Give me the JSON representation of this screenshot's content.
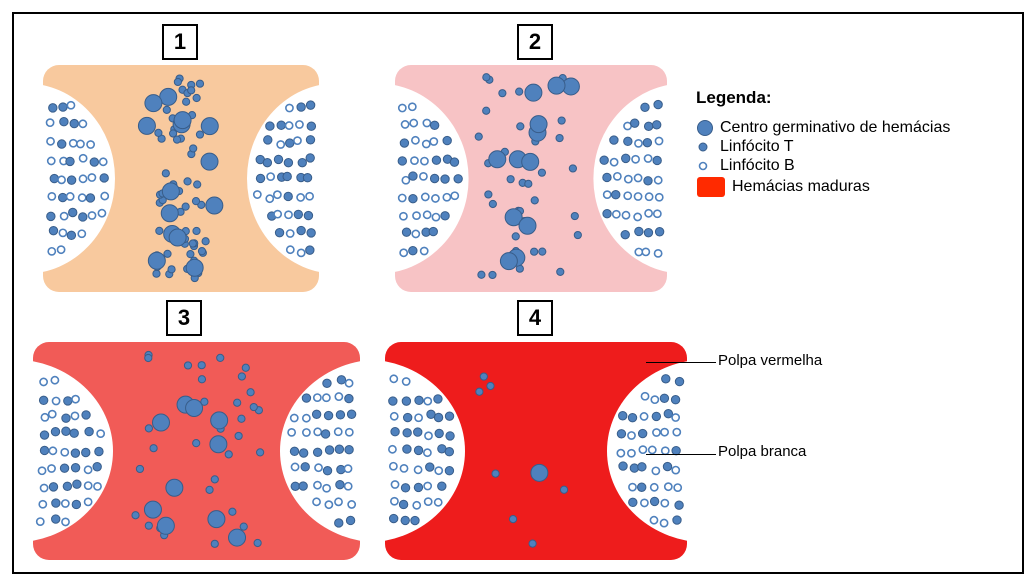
{
  "panels": [
    {
      "number": "1",
      "fill": "#f8c99e"
    },
    {
      "number": "2",
      "fill": "#f7c3c5"
    },
    {
      "number": "3",
      "fill": "#f15b57"
    },
    {
      "number": "4",
      "fill": "#ee1c1c"
    }
  ],
  "legend": {
    "title": "Legenda:",
    "items": [
      {
        "label": "Centro germinativo de hemácias",
        "symbol": "large-blue-circle"
      },
      {
        "label": "Linfócito T",
        "symbol": "small-blue-dot"
      },
      {
        "label": "Linfócito B",
        "symbol": "small-hollow-circle"
      },
      {
        "label": "Hemácias maduras",
        "symbol": "red-square"
      }
    ]
  },
  "annotations": {
    "red_pulp": "Polpa vermelha",
    "white_pulp": "Polpa branca"
  },
  "colors": {
    "cell_fill": "#4f81bd",
    "cell_stroke": "#385d8a",
    "mature_rbc": "#ff2a00"
  }
}
